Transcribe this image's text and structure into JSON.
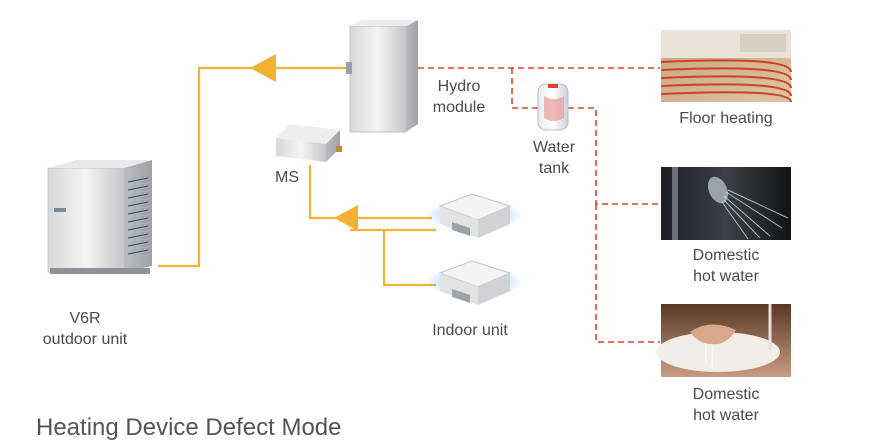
{
  "colors": {
    "refrigerant_line": "#f2b233",
    "water_line": "#d9452b",
    "label_text": "#4a4a4a"
  },
  "labels": {
    "outdoor_unit": [
      "V6R",
      "outdoor unit"
    ],
    "ms": "MS",
    "hydro_module": [
      "Hydro",
      "module"
    ],
    "water_tank": [
      "Water",
      "tank"
    ],
    "indoor_unit": "Indoor unit",
    "floor_heating": "Floor heating",
    "domestic_hot_water_1": [
      "Domestic",
      "hot water"
    ],
    "domestic_hot_water_2": [
      "Domestic",
      "hot water"
    ]
  },
  "footer_title": "Heating Device Defect Mode",
  "icons": {
    "outdoor_unit": "vrf-outdoor-unit-icon",
    "hydro_module": "hydro-module-icon",
    "ms_box": "mode-switch-box-icon",
    "indoor_unit": "cassette-indoor-unit-icon",
    "water_tank": "water-tank-icon",
    "floor_heating": "floor-heating-photo",
    "shower": "shower-photo",
    "hand_wash": "hand-wash-photo"
  }
}
